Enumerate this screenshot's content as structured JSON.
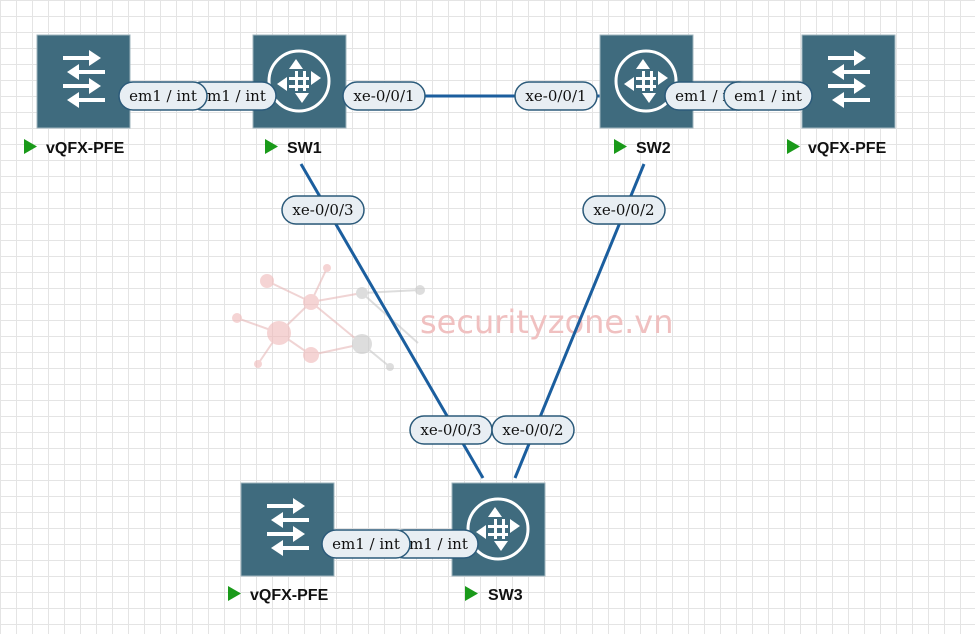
{
  "nodes": {
    "vqfx1": {
      "label": "vQFX-PFE",
      "icon": "switch-icon"
    },
    "sw1": {
      "label": "SW1",
      "icon": "router-icon"
    },
    "sw2": {
      "label": "SW2",
      "icon": "router-icon"
    },
    "vqfx2": {
      "label": "vQFX-PFE",
      "icon": "switch-icon"
    },
    "vqfx3": {
      "label": "vQFX-PFE",
      "icon": "switch-icon"
    },
    "sw3": {
      "label": "SW3",
      "icon": "router-icon"
    }
  },
  "links": {
    "vqfx1_sw1": {
      "a": "em1 / int",
      "b": "em1 / int"
    },
    "sw1_sw2": {
      "a": "xe-0/0/1",
      "b": "xe-0/0/1"
    },
    "sw2_vqfx2": {
      "a": "em1 / int",
      "b": "em1 / int"
    },
    "sw1_sw3": {
      "a": "xe-0/0/3",
      "b": "xe-0/0/3"
    },
    "sw2_sw3": {
      "a": "xe-0/0/2",
      "b": "xe-0/0/2"
    },
    "vqfx3_sw3": {
      "a": "em1 / int",
      "b": "em1 / int"
    }
  },
  "watermark": {
    "text": "securityzone.vn"
  },
  "colors": {
    "node_fill": "#3f6b7e",
    "link": "#1b5e9e",
    "label_fill": "#e8eef3",
    "running": "#1a9a1a",
    "watermark": "#f0c0c0"
  }
}
